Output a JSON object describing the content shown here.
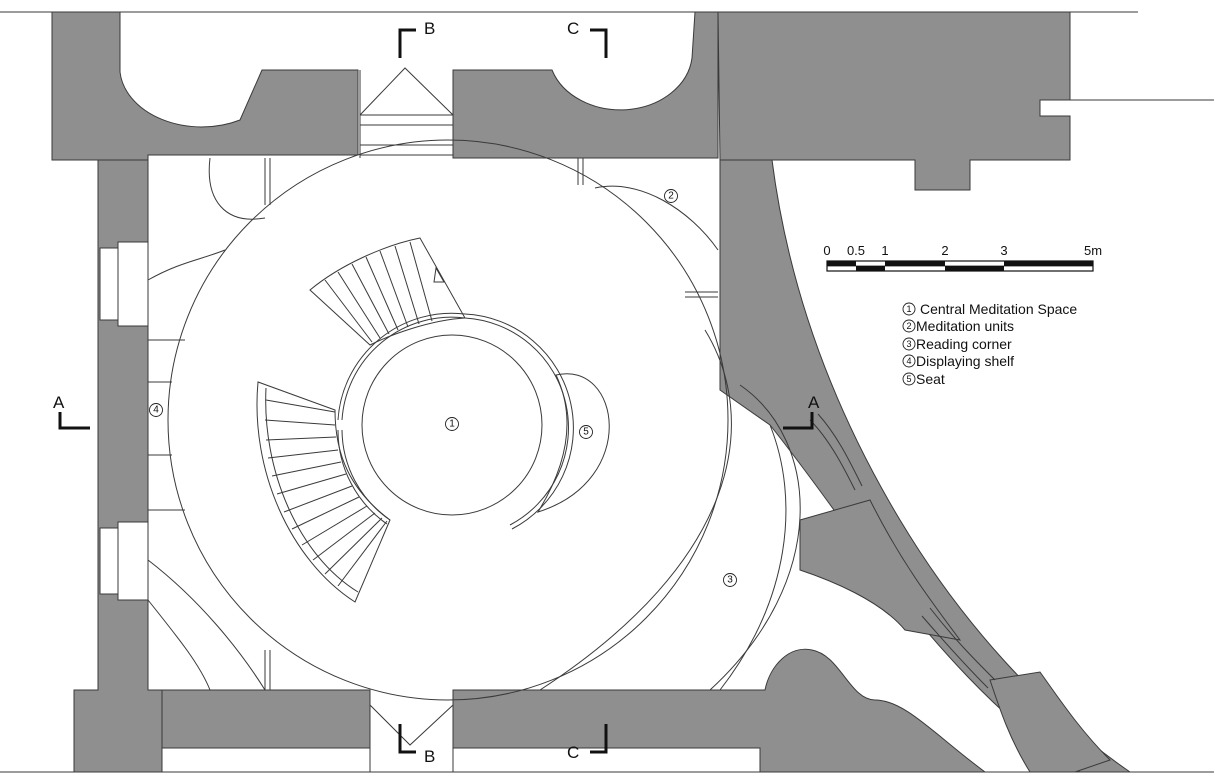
{
  "section_marks": {
    "a_left": "A",
    "a_right": "A",
    "b_top": "B",
    "b_bottom": "B",
    "c_top": "C",
    "c_bottom": "C"
  },
  "plan_labels": {
    "central": "1",
    "units": "2",
    "reading": "3",
    "shelf": "4",
    "seat": "5"
  },
  "scale_bar": {
    "ticks": [
      "0",
      "0.5",
      "1",
      "2",
      "3",
      "5m"
    ]
  },
  "legend": [
    {
      "num": "1",
      "label": "Central Meditation Space"
    },
    {
      "num": "2",
      "label": "Meditation units"
    },
    {
      "num": "3",
      "label": "Reading corner"
    },
    {
      "num": "4",
      "label": "Displaying shelf"
    },
    {
      "num": "5",
      "label": "Seat"
    }
  ],
  "colors": {
    "wall_fill": "#8f8f8f",
    "line": "#3a3a3a",
    "background": "#ffffff"
  }
}
